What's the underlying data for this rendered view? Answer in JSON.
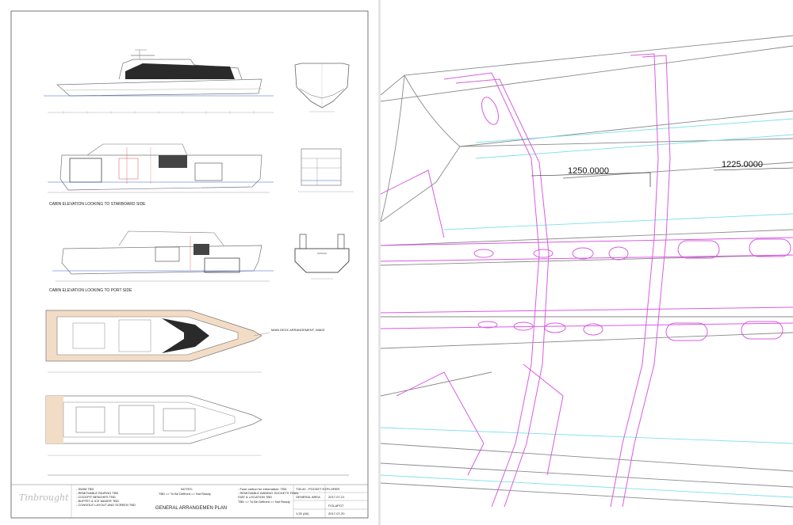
{
  "left": {
    "views": {
      "elevation1": "CABIN ELEVATION LOOKING TO STARBOARD SIDE",
      "elevation2": "CABIN ELEVATION LOOKING TO PORT SIDE",
      "deck_note": "MAIN DECK ARRANGEMENT, WAKE"
    },
    "notes": {
      "heading": "NOTES:",
      "line1": "TBD => To Be Defined => Not Ready",
      "list": [
        "- SWIM TBD",
        "- REMOVABLE RAIFING TBD",
        "- COCKPIT BENCHES TBD",
        "- BUFFET & ICE MAKER TBD",
        "- CONSOLE LAYOUT AND SCREEN TBD"
      ],
      "right_list": [
        "- Fuse carbon for information: TBD",
        "- REMOVABLE AWNING SOCKETS FINAL",
        "  SIZE & LOCATION TBD",
        "TBD => To Be Defined => Not Ready"
      ]
    },
    "title_block": {
      "logo": "Tinbrought",
      "drawing_title": "GENERAL ARRANGEMEN PLAN",
      "project": "T30:40 - POCKET EXPLORER",
      "line2": "GENERAL AREA",
      "date1": "2017-07-21",
      "scale": "1:25 (A0)",
      "rev": "P.OLAPOT",
      "date2": "2017-07-20"
    }
  },
  "right": {
    "dimensions": [
      "1250.0000",
      "1225.0000"
    ]
  },
  "colors": {
    "magenta": "#d85ce0",
    "cyan": "#7fe0ea",
    "linework": "#8a8a8a",
    "wood": "#f3dcc6",
    "dark_glass": "#2a2a2a",
    "blue_line": "#3b5fd8",
    "red_line": "#e05050"
  }
}
